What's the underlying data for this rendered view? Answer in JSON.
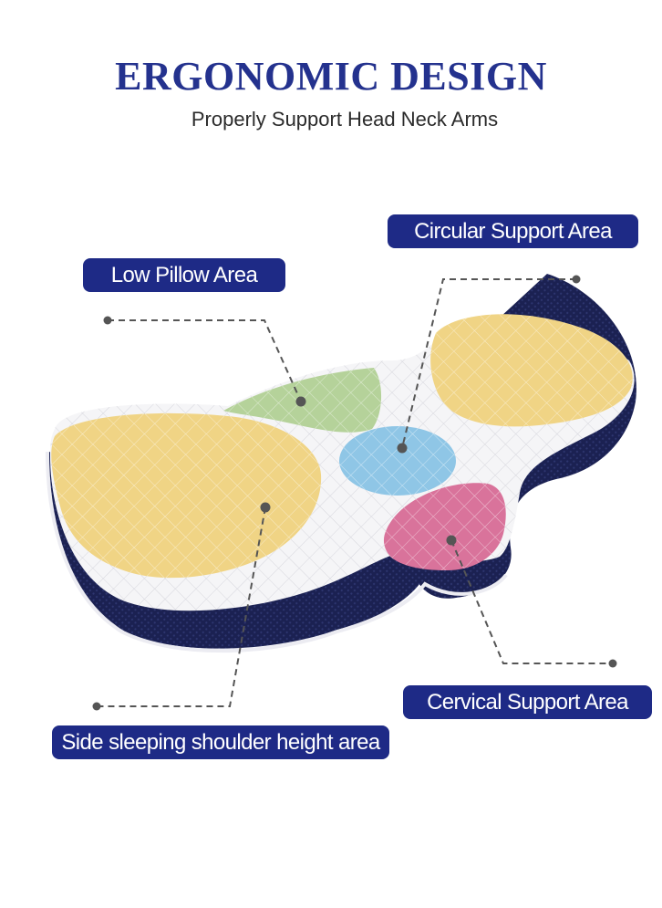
{
  "header": {
    "title": "ERGONOMIC DESIGN",
    "subtitle": "Properly Support Head Neck Arms"
  },
  "callouts": {
    "circular_support": "Circular Support Area",
    "low_pillow": "Low Pillow Area",
    "cervical_support": "Cervical Support Area",
    "side_sleeping": "Side sleeping shoulder height area"
  },
  "colors": {
    "title": "#24328e",
    "callout_bg": "#1e2a86",
    "pillow_side_mesh": "#1b2152",
    "pillow_top": "#f5f5f7",
    "shoulder_zone": "#f0d485",
    "low_pillow_zone": "#b5d29a",
    "circular_zone": "#8fc6e6",
    "cervical_zone": "#d9739b",
    "leader_line": "#555555"
  }
}
